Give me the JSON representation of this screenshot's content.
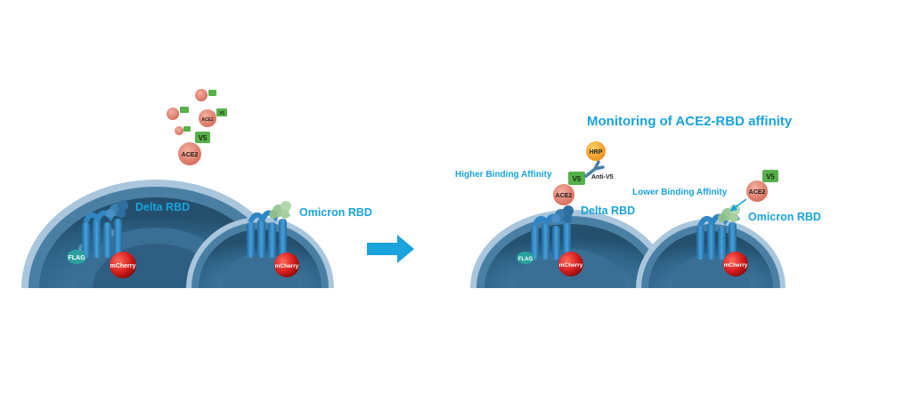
{
  "title": "Monitoring of ACE2-RBD affinity",
  "labels": {
    "delta_rbd_left": "Delta RBD",
    "omicron_rbd_left": "Omicron RBD",
    "delta_rbd_right": "Delta RBD",
    "omicron_rbd_right": "Omicron RBD",
    "higher_binding": "Higher Binding Affinity",
    "lower_binding": "Lower Binding Affinity",
    "anti_v5": "Anti-V5",
    "hrp": "HRP",
    "flag": "FLAG",
    "mcherry": "mCherry",
    "ace2": "ACE2",
    "v5": "V5"
  },
  "colors": {
    "accent_text": "#1aa3dc",
    "cell_membrane": "#3f7fa6",
    "cell_interior": "#2a5f84",
    "receptor": "#2f86c4",
    "mcherry": "#d81f1f",
    "ace2": "#e0806e",
    "v5": "#57b14a",
    "hrp": "#f5a623",
    "arrow": "#1aa3dc",
    "delta_rbd": "#3a7fb0",
    "omicron_rbd": "#9cc79a"
  }
}
